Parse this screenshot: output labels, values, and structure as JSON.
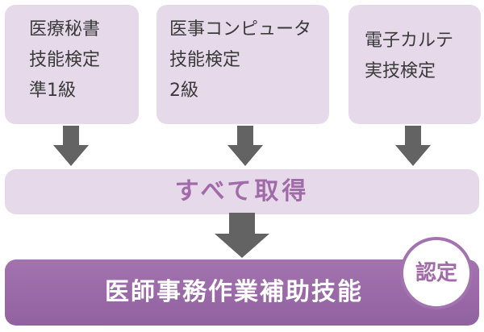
{
  "certifications": [
    {
      "lines": [
        "医療秘書",
        "技能検定",
        "準1級"
      ]
    },
    {
      "lines": [
        "医事コンピュータ",
        "技能検定",
        "2級"
      ]
    },
    {
      "lines": [
        "電子カルテ",
        "実技検定"
      ]
    }
  ],
  "all_acquired": "すべて取得",
  "result": "医師事務作業補助技能",
  "badge": "認定",
  "colors": {
    "box_fill": "#e6d9ea",
    "accent": "#a373af",
    "arrow": "#636363"
  }
}
